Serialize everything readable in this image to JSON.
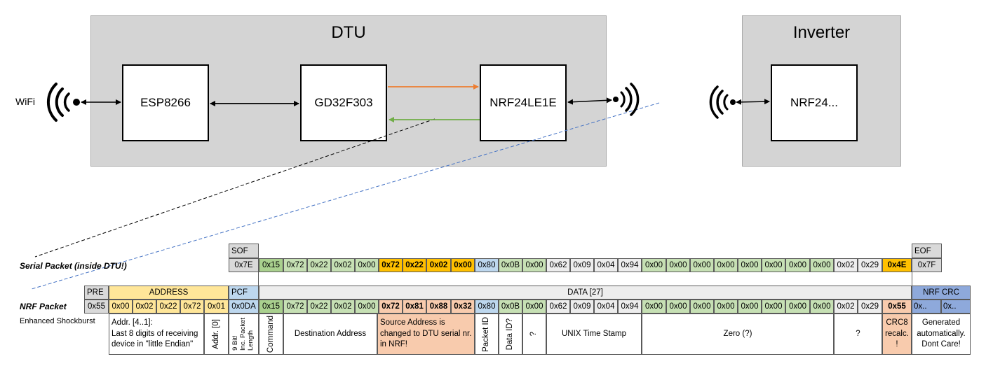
{
  "diagram": {
    "dtu_title": "DTU",
    "inverter_title": "Inverter",
    "wifi_label": "WiFi",
    "esp_label": "ESP8266",
    "gd_label": "GD32F303",
    "nrf_dtu_label": "NRF24LE1E",
    "nrf_inv_label": "NRF24...",
    "colors": {
      "orange_arrow": "#ed7d31",
      "green_arrow": "#70ad47",
      "dashed_blue": "#4472c4"
    }
  },
  "serial": {
    "row_label": "Serial Packet (inside DTU!)",
    "sof_header": "SOF",
    "sof_value": "0x7E",
    "eof_header": "EOF",
    "eof_value": "0x7F",
    "bytes": [
      "0x15",
      "0x72",
      "0x22",
      "0x02",
      "0x00",
      "0x72",
      "0x22",
      "0x02",
      "0x00",
      "0x80",
      "0x0B",
      "0x00",
      "0x62",
      "0x09",
      "0x04",
      "0x94",
      "0x00",
      "0x00",
      "0x00",
      "0x00",
      "0x00",
      "0x00",
      "0x00",
      "0x00",
      "0x02",
      "0x29",
      "0x4E"
    ]
  },
  "nrf": {
    "row_label": "NRF Packet",
    "sub_label": "Enhanced Shockburst",
    "pre_header": "PRE",
    "address_header": "ADDRESS",
    "pcf_header": "PCF",
    "data_header": "DATA [27]",
    "crc_header": "NRF CRC",
    "pre_value": "0x55",
    "address_values": [
      "0x00",
      "0x02",
      "0x22",
      "0x72",
      "0x01"
    ],
    "pcf_value": "0x0DA",
    "bytes": [
      "0x15",
      "0x72",
      "0x22",
      "0x02",
      "0x00",
      "0x72",
      "0x81",
      "0x88",
      "0x32",
      "0x80",
      "0x0B",
      "0x00",
      "0x62",
      "0x09",
      "0x04",
      "0x94",
      "0x00",
      "0x00",
      "0x00",
      "0x00",
      "0x00",
      "0x00",
      "0x00",
      "0x00",
      "0x02",
      "0x29",
      "0x55"
    ],
    "crc_values": [
      "0x..",
      "0x.."
    ]
  },
  "descriptions": {
    "address": "Addr. [4..1]:\nLast 8 digits of receiving device in \"little Endian\"",
    "addr0": "Addr. [0]",
    "pcf": "9 Bit!\nInc. Packet\nLength",
    "command": "Command",
    "destination": "Destination Address",
    "source": "Source Address is changed to DTU serial nr. in NRF!",
    "packet_id": "Packet ID",
    "data_id": "Data ID?",
    "q1": "?",
    "timestamp": "UNIX Time Stamp",
    "zero": "Zero (?)",
    "q2": "?",
    "crc8": "CRC8 recalc. !",
    "generated": "Generated automatically. Dont Care!"
  }
}
